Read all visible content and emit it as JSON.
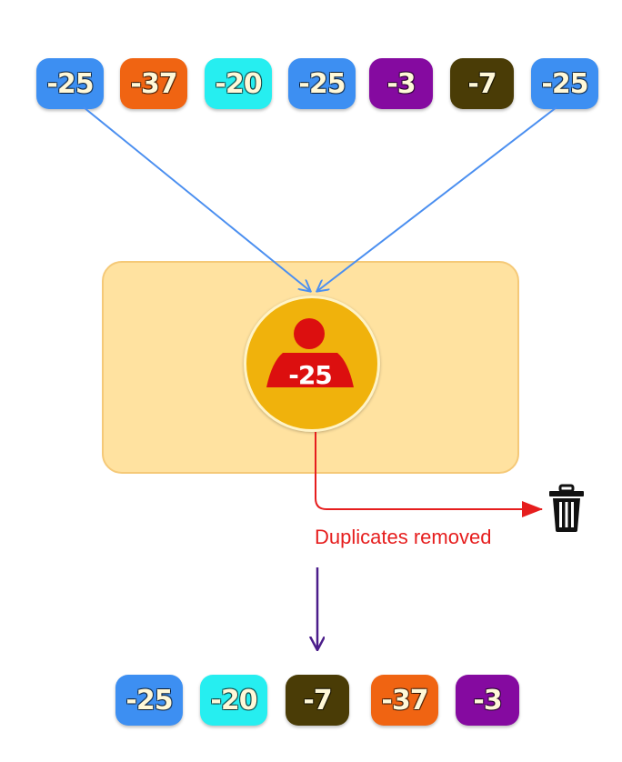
{
  "input_values": [
    {
      "label": "-25",
      "color": "#3d8ff2"
    },
    {
      "label": "-37",
      "color": "#f06412"
    },
    {
      "label": "-20",
      "color": "#26eef0"
    },
    {
      "label": "-25",
      "color": "#3d8ff2"
    },
    {
      "label": "-3",
      "color": "#850aa0"
    },
    {
      "label": "-7",
      "color": "#4a3c06"
    },
    {
      "label": "-25",
      "color": "#3d8ff2"
    }
  ],
  "operator": {
    "value": "-25",
    "box_color": "#ffe2a0",
    "circle_color": "#f0b20c",
    "person_color": "#dc0f0f",
    "icon": "person-icon"
  },
  "discard": {
    "label": "Duplicates removed",
    "icon": "trash-icon",
    "color": "#e61e1e"
  },
  "output_values": [
    {
      "label": "-25",
      "color": "#3d8ff2"
    },
    {
      "label": "-20",
      "color": "#26eef0"
    },
    {
      "label": "-7",
      "color": "#4a3c06"
    },
    {
      "label": "-37",
      "color": "#f06412"
    },
    {
      "label": "-3",
      "color": "#850aa0"
    }
  ],
  "colors": {
    "input_arrow": "#4b8ff0",
    "output_arrow": "#4b1d8a",
    "discard_arrow": "#e61e1e"
  }
}
